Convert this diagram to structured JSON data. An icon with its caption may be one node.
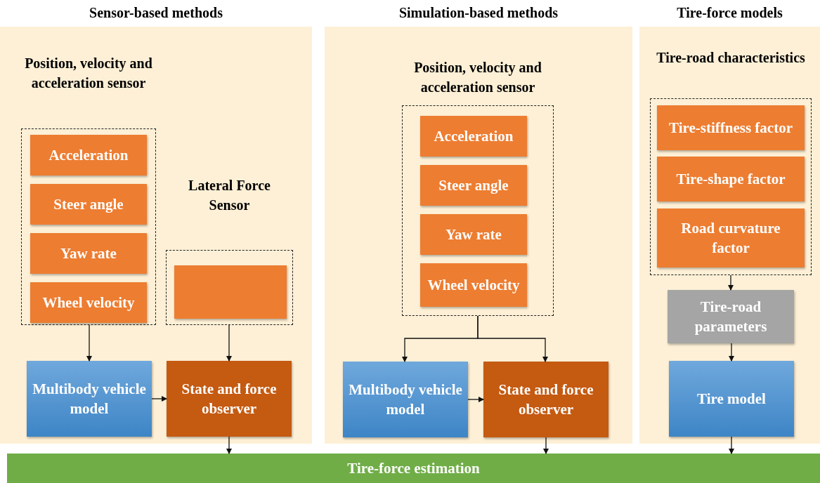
{
  "diagram": {
    "nodes": [
      {
        "text": [
          "Sensor-based methods"
        ]
      },
      {
        "text": [
          "Position, velocity and acceleration sensor"
        ],
        "in": 0
      },
      {
        "text": [
          "Acceleration"
        ],
        "in": 1
      },
      {
        "text": [
          "Steer angle"
        ],
        "in": 1
      },
      {
        "text": [
          "Yaw rate"
        ],
        "in": 1
      },
      {
        "text": [
          "Wheel velocity"
        ],
        "in": 1
      },
      {
        "text": [
          "Lateral Force Sensor"
        ],
        "in": 0
      },
      {
        "text": [],
        "shape": "box",
        "in": 6
      },
      {
        "text": [
          "Multibody vehicle model"
        ],
        "in": 0
      },
      {
        "text": [
          "State and force observer"
        ],
        "in": 0
      },
      {
        "text": [
          "Simulation-based methods"
        ]
      },
      {
        "text": [
          "Position, velocity and acceleration sensor"
        ],
        "in": 10
      },
      {
        "text": [
          "Acceleration"
        ],
        "in": 11
      },
      {
        "text": [
          "Steer angle"
        ],
        "in": 11
      },
      {
        "text": [
          "Yaw rate"
        ],
        "in": 11
      },
      {
        "text": [
          "Wheel velocity"
        ],
        "in": 11
      },
      {
        "text": [
          "Multibody vehicle model"
        ],
        "in": 10
      },
      {
        "text": [
          "State and force observer"
        ],
        "in": 10
      },
      {
        "text": [
          "Tire-force models"
        ]
      },
      {
        "text": [
          "Tire-road characteristics"
        ],
        "in": 18
      },
      {
        "text": [
          "Tire-stiffness factor"
        ],
        "in": 19
      },
      {
        "text": [
          "Tire-shape factor"
        ],
        "in": 19
      },
      {
        "text": [
          "Road curvature factor"
        ],
        "in": 19
      },
      {
        "text": [
          "Tire-road parameters"
        ],
        "in": 18
      },
      {
        "text": [
          "Tire model"
        ],
        "in": 18
      },
      {
        "text": [
          "Tire-force estimation"
        ]
      }
    ],
    "edges": [
      {
        "from": 1,
        "to": 8,
        "arrow": "to"
      },
      {
        "from": 6,
        "to": 9,
        "arrow": "to"
      },
      {
        "from": 8,
        "to": 9,
        "arrow": "to"
      },
      {
        "from": 9,
        "to": 25,
        "arrow": "to"
      },
      {
        "from": 11,
        "to": 16,
        "arrow": "to"
      },
      {
        "from": 11,
        "to": 17,
        "arrow": "to"
      },
      {
        "from": 16,
        "to": 17,
        "arrow": "to"
      },
      {
        "from": 17,
        "to": 25,
        "arrow": "to"
      },
      {
        "from": 19,
        "to": 23,
        "arrow": "to"
      },
      {
        "from": 23,
        "to": 24,
        "arrow": "to"
      },
      {
        "from": 24,
        "to": 25,
        "arrow": "to"
      }
    ]
  }
}
